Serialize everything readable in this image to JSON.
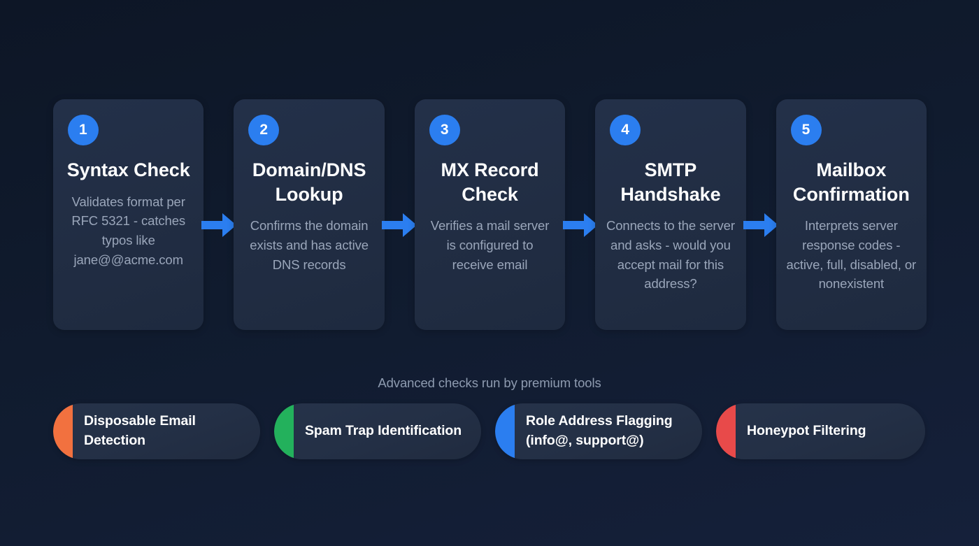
{
  "background": {
    "color_top": "#0d1626",
    "color_bottom": "#15203a"
  },
  "theme": {
    "accent_blue": "#2b7ef0",
    "card_bg": "#222e44",
    "title_color": "#ffffff",
    "body_text_color": "#9aa6ba"
  },
  "flow": {
    "arrow_color": "#2b7ef0",
    "arrow_icon": "arrow-right-icon",
    "steps": [
      {
        "number": "1",
        "title": "Syntax Check",
        "description": "Validates format per RFC 5321 - catches typos like jane@@acme.com"
      },
      {
        "number": "2",
        "title": "Domain/DNS Lookup",
        "description": "Confirms the domain exists and has active DNS records"
      },
      {
        "number": "3",
        "title": "MX Record Check",
        "description": "Verifies a mail server is configured to receive email"
      },
      {
        "number": "4",
        "title": "SMTP Handshake",
        "description": "Connects to the server and asks - would you accept mail for this address?"
      },
      {
        "number": "5",
        "title": "Mailbox Confirmation",
        "description": "Interprets server response codes - active, full, disabled, or nonexistent"
      }
    ]
  },
  "premium": {
    "caption": "Advanced checks run by premium tools",
    "pills": [
      {
        "label": "Disposable Email Detection",
        "cap_color": "#f2713f"
      },
      {
        "label": "Spam Trap Identification",
        "cap_color": "#23b15c"
      },
      {
        "label": "Role Address Flagging (info@, support@)",
        "cap_color": "#2b7ef0"
      },
      {
        "label": "Honeypot Filtering",
        "cap_color": "#e84a4a"
      }
    ]
  }
}
